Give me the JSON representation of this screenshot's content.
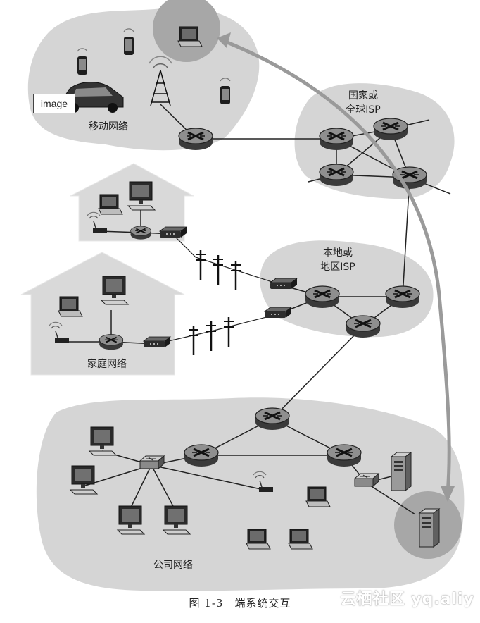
{
  "labels": {
    "mobile_network": "移动网络",
    "national_isp_line1": "国家或",
    "national_isp_line2": "全球ISP",
    "local_isp_line1": "本地或",
    "local_isp_line2": "地区ISP",
    "home_network": "家庭网络",
    "enterprise_network": "公司网络"
  },
  "image_tag": "image",
  "caption": "图 1-3　端系统交互",
  "watermark": "云栖社区 yq.aliy",
  "colors": {
    "cloud": "#d4d4d4",
    "highlight_circle": "#a7a7a7",
    "arrow": "#9a9a9a",
    "link": "#222222"
  },
  "icons": [
    "router-icon",
    "switch-icon",
    "laptop-icon",
    "desktop-icon",
    "phone-icon",
    "car-icon",
    "cell-tower-icon",
    "server-icon",
    "wifi-base-icon",
    "modem-icon",
    "utility-pole-icon",
    "house-icon"
  ]
}
